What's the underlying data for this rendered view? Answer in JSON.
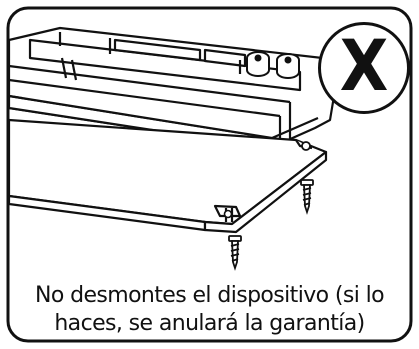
{
  "prohibition_mark": {
    "letter": "X"
  },
  "caption": {
    "line1": "No desmontes el dispositivo (si lo",
    "line2": "haces, se anulará la garantía)"
  },
  "illustration": {
    "subject": "device-with-removed-base-panel",
    "screw_count": 2
  },
  "colors": {
    "ink": "#111111",
    "background": "#ffffff",
    "panel": "#ffffff"
  }
}
